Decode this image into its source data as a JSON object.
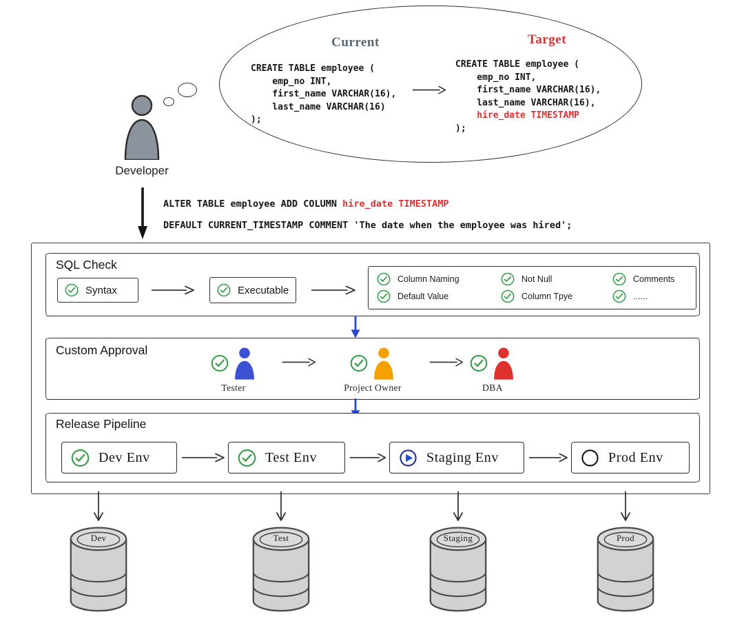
{
  "bubble": {
    "current_label": "Current",
    "target_label": "Target",
    "current_sql": "CREATE TABLE employee (\n    emp_no INT,\n    first_name VARCHAR(16),\n    last_name VARCHAR(16)\n);",
    "target_sql_pre": "CREATE TABLE employee (\n    emp_no INT,\n    first_name VARCHAR(16),\n    last_name VARCHAR(16),\n",
    "target_sql_highlight": "    hire_date TIMESTAMP",
    "target_sql_post": "\n);"
  },
  "developer": {
    "label": "Developer"
  },
  "alter_statement": {
    "line1_prefix": "ALTER TABLE employee ADD COLUMN ",
    "line1_highlight": "hire_date TIMESTAMP",
    "line2": "DEFAULT CURRENT_TIMESTAMP COMMENT 'The date when the employee was hired';"
  },
  "sql_check": {
    "title": "SQL Check",
    "steps": [
      {
        "label": "Syntax"
      },
      {
        "label": "Executable"
      }
    ],
    "checklist": [
      {
        "label": "Column Naming"
      },
      {
        "label": "Not Null"
      },
      {
        "label": "Comments"
      },
      {
        "label": "Default Value"
      },
      {
        "label": "Column Tpye"
      },
      {
        "label": "......"
      }
    ]
  },
  "custom_approval": {
    "title": "Custom Approval",
    "approvers": [
      {
        "label": "Tester",
        "color": "#3b51d3"
      },
      {
        "label": "Project Owner",
        "color": "#f59f00"
      },
      {
        "label": "DBA",
        "color": "#e03131"
      }
    ]
  },
  "release_pipeline": {
    "title": "Release Pipeline",
    "stages": [
      {
        "label": "Dev Env",
        "status": "passed"
      },
      {
        "label": "Test Env",
        "status": "passed"
      },
      {
        "label": "Staging Env",
        "status": "running"
      },
      {
        "label": "Prod Env",
        "status": "pending"
      }
    ]
  },
  "databases": [
    {
      "label": "Dev"
    },
    {
      "label": "Test"
    },
    {
      "label": "Staging"
    },
    {
      "label": "Prod"
    }
  ],
  "colors": {
    "check_green": "#2f9e44",
    "highlight_red": "#e03131",
    "flow_blue": "#2746d8",
    "developer_gray": "#8b949c"
  }
}
